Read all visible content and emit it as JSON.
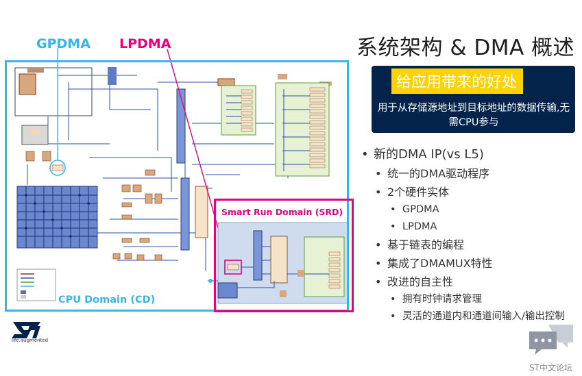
{
  "slide": {
    "title": "系统架构 & DMA 概述",
    "labels": {
      "gpdma": "GPDMA",
      "lpdma": "LPDMA",
      "srd": "Smart Run Domain (SRD)",
      "cpu_domain": "CPU Domain (CD)"
    },
    "benefit": {
      "heading": "给应用带来的好处",
      "body": "用于从存储源地址到目标地址的数据传输,无需CPU参与"
    },
    "bullets": {
      "l1": "新的DMA IP(vs L5)",
      "l1_a": "统一的DMA驱动程序",
      "l1_b": "2个硬件实体",
      "l1_b_1": "GPDMA",
      "l1_b_2": "LPDMA",
      "l1_c": "基于链表的编程",
      "l1_d": "集成了DMAMUX特性",
      "l1_e": "改进的自主性",
      "l1_e_1": "拥有时钟请求管理",
      "l1_e_2": "灵活的通道内和通道间输入/输出控制"
    },
    "logo_tagline": "life.augmented",
    "watermark": "ST中文论坛"
  },
  "colors": {
    "cd_blue": "#3cb4e6",
    "srd_magenta": "#e6007e",
    "box_navy": "#03234b",
    "highlight_yellow": "#ffd200",
    "title_dark": "#1e1e1e"
  },
  "icons": [
    "st-logo-icon",
    "chat-bubble-icon"
  ]
}
